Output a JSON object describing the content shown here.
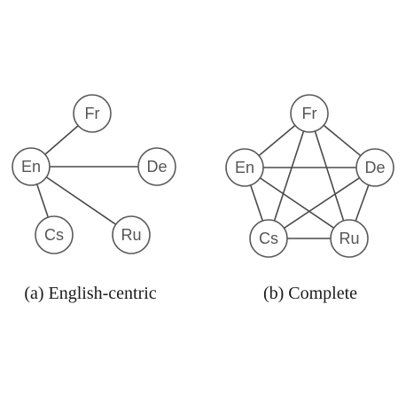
{
  "diagrams": [
    {
      "id": "english-centric",
      "caption": "(a) English-centric",
      "nodes": [
        {
          "id": "fr",
          "label": "Fr"
        },
        {
          "id": "en",
          "label": "En"
        },
        {
          "id": "de",
          "label": "De"
        },
        {
          "id": "cs",
          "label": "Cs"
        },
        {
          "id": "ru",
          "label": "Ru"
        }
      ],
      "edges": [
        [
          "en",
          "fr"
        ],
        [
          "en",
          "de"
        ],
        [
          "en",
          "cs"
        ],
        [
          "en",
          "ru"
        ]
      ]
    },
    {
      "id": "complete",
      "caption": "(b) Complete",
      "nodes": [
        {
          "id": "fr",
          "label": "Fr"
        },
        {
          "id": "en",
          "label": "En"
        },
        {
          "id": "de",
          "label": "De"
        },
        {
          "id": "cs",
          "label": "Cs"
        },
        {
          "id": "ru",
          "label": "Ru"
        }
      ],
      "edges": [
        [
          "fr",
          "en"
        ],
        [
          "fr",
          "de"
        ],
        [
          "fr",
          "cs"
        ],
        [
          "fr",
          "ru"
        ],
        [
          "en",
          "de"
        ],
        [
          "en",
          "cs"
        ],
        [
          "en",
          "ru"
        ],
        [
          "de",
          "cs"
        ],
        [
          "de",
          "ru"
        ],
        [
          "cs",
          "ru"
        ]
      ]
    }
  ]
}
